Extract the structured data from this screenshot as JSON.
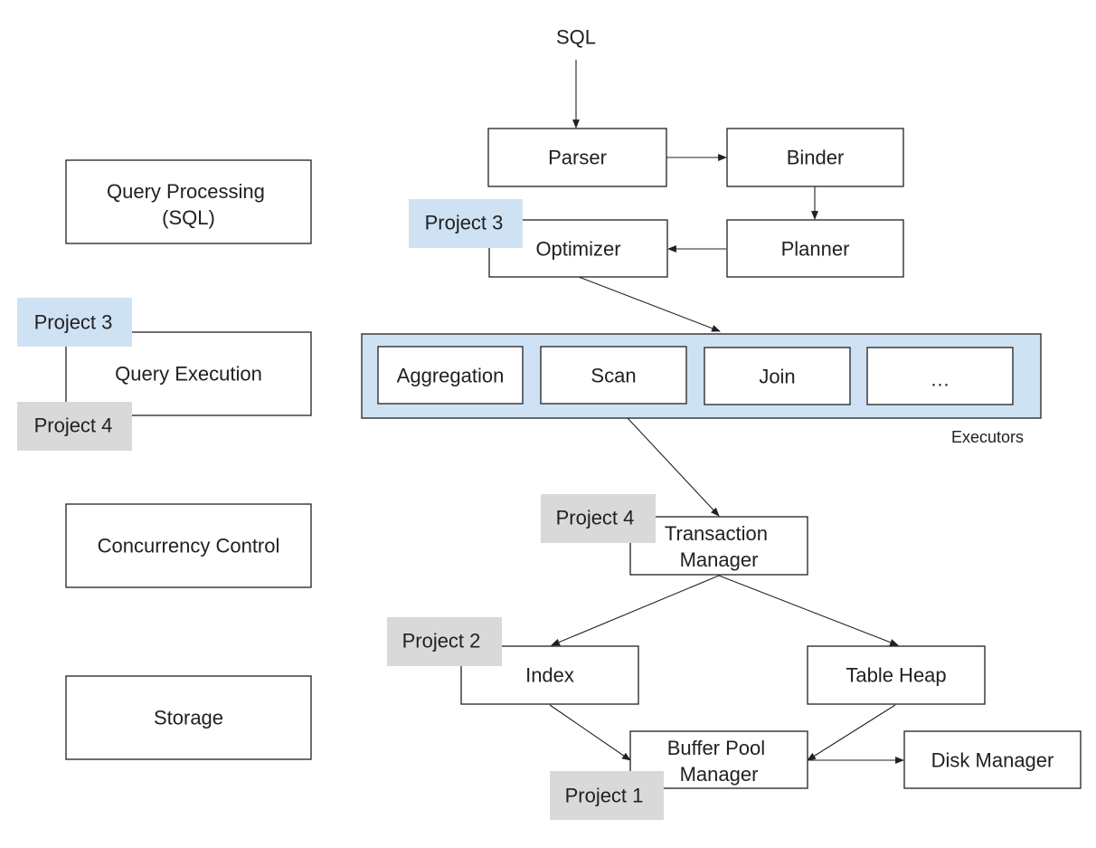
{
  "input_label": "SQL",
  "layers": {
    "query_processing": [
      "Query Processing",
      "(SQL)"
    ],
    "query_execution": "Query Execution",
    "concurrency_control": "Concurrency Control",
    "storage": "Storage"
  },
  "components": {
    "parser": "Parser",
    "binder": "Binder",
    "planner": "Planner",
    "optimizer": "Optimizer",
    "aggregation": "Aggregation",
    "scan": "Scan",
    "join": "Join",
    "more": "…",
    "transaction_manager": [
      "Transaction",
      "Manager"
    ],
    "index": "Index",
    "table_heap": "Table Heap",
    "buffer_pool_manager": [
      "Buffer Pool",
      "Manager"
    ],
    "disk_manager": "Disk Manager"
  },
  "executors_caption": "Executors",
  "project_tags": {
    "optimizer": "Project 3",
    "query_execution_top": "Project 3",
    "query_execution_bottom": "Project 4",
    "transaction_manager": "Project 4",
    "index": "Project 2",
    "buffer_pool_manager": "Project 1"
  },
  "colors": {
    "tag_blue": "#cfe2f3",
    "tag_gray": "#d9d9d9",
    "executors_fill": "#cfe2f3",
    "stroke": "#202124"
  }
}
